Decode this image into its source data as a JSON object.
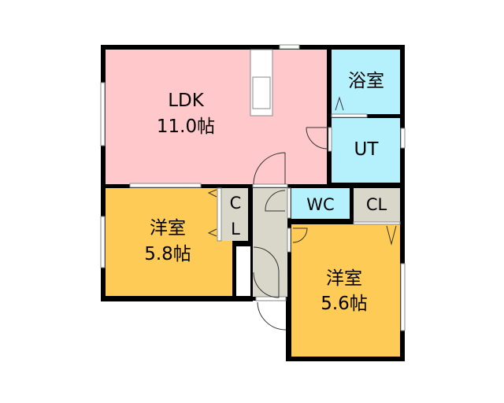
{
  "floorplan": {
    "rooms": {
      "ldk": {
        "name": "LDK",
        "size": "11.0帖"
      },
      "bath": {
        "name": "浴室"
      },
      "utility": {
        "name": "UT"
      },
      "western1": {
        "name": "洋室",
        "size": "5.8帖"
      },
      "closet1": {
        "name_top": "C",
        "name_bottom": "L"
      },
      "wc": {
        "name": "WC"
      },
      "closet2": {
        "name": "CL"
      },
      "western2": {
        "name": "洋室",
        "size": "5.6帖"
      }
    },
    "colors": {
      "ldk": "#ffc9cc",
      "western": "#ffcb57",
      "wet": "#b4f1fd",
      "closet": "#d9d7c9",
      "wall": "#000000"
    }
  }
}
